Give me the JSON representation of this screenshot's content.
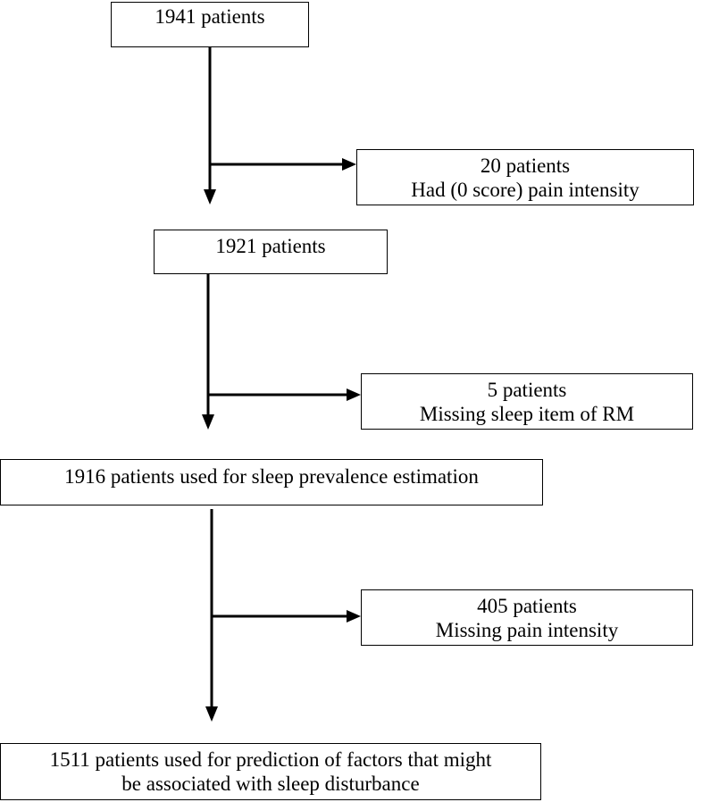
{
  "flowchart": {
    "boxes": {
      "start": {
        "line1": "1941 patients"
      },
      "excluded_zero_pain": {
        "line1": "20 patients",
        "line2": "Had (0 score) pain intensity"
      },
      "after_zero_pain": {
        "line1": "1921 patients"
      },
      "excluded_missing_sleep": {
        "line1": "5 patients",
        "line2": "Missing sleep item of RM"
      },
      "prevalence_sample": {
        "line1": "1916 patients used for sleep prevalence estimation"
      },
      "excluded_missing_pain": {
        "line1": "405 patients",
        "line2": "Missing pain intensity"
      },
      "prediction_sample": {
        "line1": "1511 patients used for prediction of factors that might",
        "line2": "be associated with sleep disturbance"
      }
    }
  }
}
